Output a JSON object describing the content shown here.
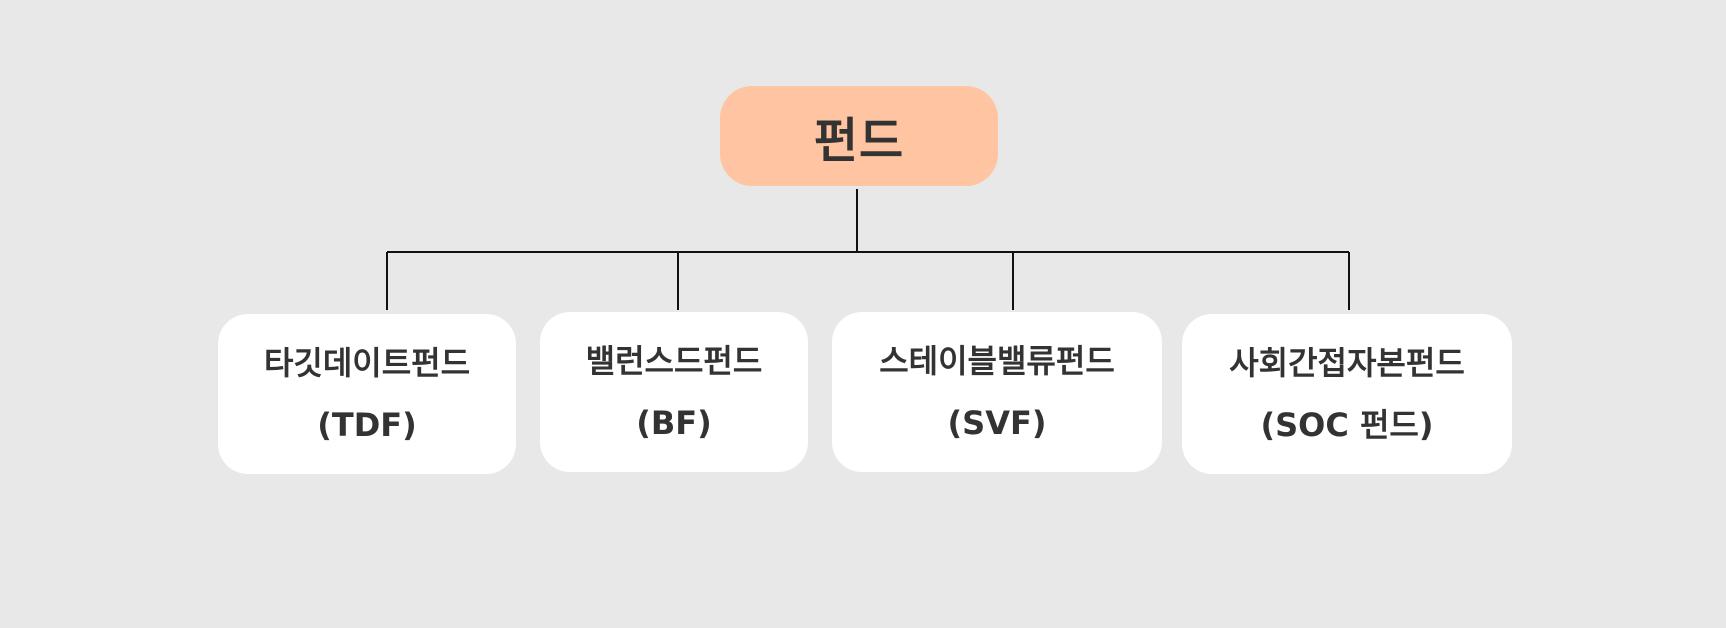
{
  "root": {
    "label": "펀드",
    "color": "#ffc4a1"
  },
  "children": [
    {
      "name": "타깃데이트펀드",
      "abbr": "(TDF)"
    },
    {
      "name": "밸런스드펀드",
      "abbr": "(BF)"
    },
    {
      "name": "스테이블밸류펀드",
      "abbr": "(SVF)"
    },
    {
      "name": "사회간접자본펀드",
      "abbr": "(SOC 펀드)"
    }
  ],
  "colors": {
    "background": "#e8e8e8",
    "child_box": "#ffffff",
    "text": "#333333",
    "connector": "#111111"
  }
}
